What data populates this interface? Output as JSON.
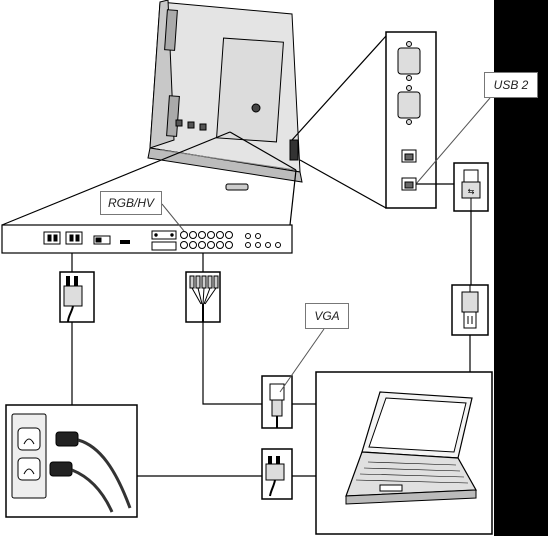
{
  "labels": {
    "rgb_hv": "RGB/HV",
    "usb2": "USB 2",
    "vga": "VGA"
  },
  "colors": {
    "background": "#ffffff",
    "right_edge_band": "#000000",
    "line": "#000000",
    "device_fill": "#e6e6e6"
  },
  "icons": [
    "display-rear-icon",
    "usb-connector-icon",
    "power-cable-icon",
    "wall-outlet-icon",
    "vga-connector-icon",
    "rgbhv-bnc-cable-icon",
    "laptop-icon"
  ]
}
